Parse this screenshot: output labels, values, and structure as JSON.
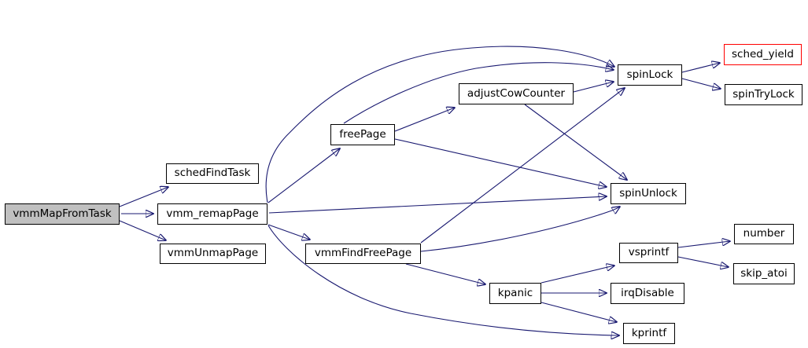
{
  "diagram": {
    "type": "call-graph",
    "root": "vmmMapFromTask",
    "nodes": [
      {
        "id": "vmmMapFromTask",
        "label": "vmmMapFromTask",
        "style": "current"
      },
      {
        "id": "schedFindTask",
        "label": "schedFindTask",
        "style": "normal"
      },
      {
        "id": "vmm_remapPage",
        "label": "vmm_remapPage",
        "style": "normal"
      },
      {
        "id": "vmmUnmapPage",
        "label": "vmmUnmapPage",
        "style": "normal"
      },
      {
        "id": "freePage",
        "label": "freePage",
        "style": "normal"
      },
      {
        "id": "adjustCowCounter",
        "label": "adjustCowCounter",
        "style": "normal"
      },
      {
        "id": "spinLock",
        "label": "spinLock",
        "style": "normal"
      },
      {
        "id": "sched_yield",
        "label": "sched_yield",
        "style": "focus"
      },
      {
        "id": "spinTryLock",
        "label": "spinTryLock",
        "style": "normal"
      },
      {
        "id": "spinUnlock",
        "label": "spinUnlock",
        "style": "normal"
      },
      {
        "id": "vmmFindFreePage",
        "label": "vmmFindFreePage",
        "style": "normal"
      },
      {
        "id": "vsprintf",
        "label": "vsprintf",
        "style": "normal"
      },
      {
        "id": "number",
        "label": "number",
        "style": "normal"
      },
      {
        "id": "skip_atoi",
        "label": "skip_atoi",
        "style": "normal"
      },
      {
        "id": "kpanic",
        "label": "kpanic",
        "style": "normal"
      },
      {
        "id": "irqDisable",
        "label": "irqDisable",
        "style": "normal"
      },
      {
        "id": "kprintf",
        "label": "kprintf",
        "style": "normal"
      }
    ],
    "edges": [
      {
        "from": "vmmMapFromTask",
        "to": "schedFindTask"
      },
      {
        "from": "vmmMapFromTask",
        "to": "vmm_remapPage"
      },
      {
        "from": "vmmMapFromTask",
        "to": "vmmUnmapPage"
      },
      {
        "from": "vmm_remapPage",
        "to": "spinLock"
      },
      {
        "from": "vmm_remapPage",
        "to": "freePage"
      },
      {
        "from": "vmm_remapPage",
        "to": "spinUnlock"
      },
      {
        "from": "vmm_remapPage",
        "to": "vmmFindFreePage"
      },
      {
        "from": "vmm_remapPage",
        "to": "kprintf"
      },
      {
        "from": "freePage",
        "to": "adjustCowCounter"
      },
      {
        "from": "freePage",
        "to": "spinLock"
      },
      {
        "from": "freePage",
        "to": "spinUnlock"
      },
      {
        "from": "adjustCowCounter",
        "to": "spinLock"
      },
      {
        "from": "adjustCowCounter",
        "to": "spinUnlock"
      },
      {
        "from": "vmmFindFreePage",
        "to": "spinLock"
      },
      {
        "from": "vmmFindFreePage",
        "to": "spinUnlock"
      },
      {
        "from": "vmmFindFreePage",
        "to": "kpanic"
      },
      {
        "from": "spinLock",
        "to": "sched_yield"
      },
      {
        "from": "spinLock",
        "to": "spinTryLock"
      },
      {
        "from": "kpanic",
        "to": "vsprintf"
      },
      {
        "from": "kpanic",
        "to": "irqDisable"
      },
      {
        "from": "kpanic",
        "to": "kprintf"
      },
      {
        "from": "vsprintf",
        "to": "number"
      },
      {
        "from": "vsprintf",
        "to": "skip_atoi"
      }
    ]
  },
  "colors": {
    "edge": "#191970",
    "node_border": "#000000",
    "node_fill": "#ffffff",
    "root_fill": "#c0c0c0",
    "highlight_border": "#ff0000",
    "text": "#000000",
    "background": "#ffffff"
  }
}
